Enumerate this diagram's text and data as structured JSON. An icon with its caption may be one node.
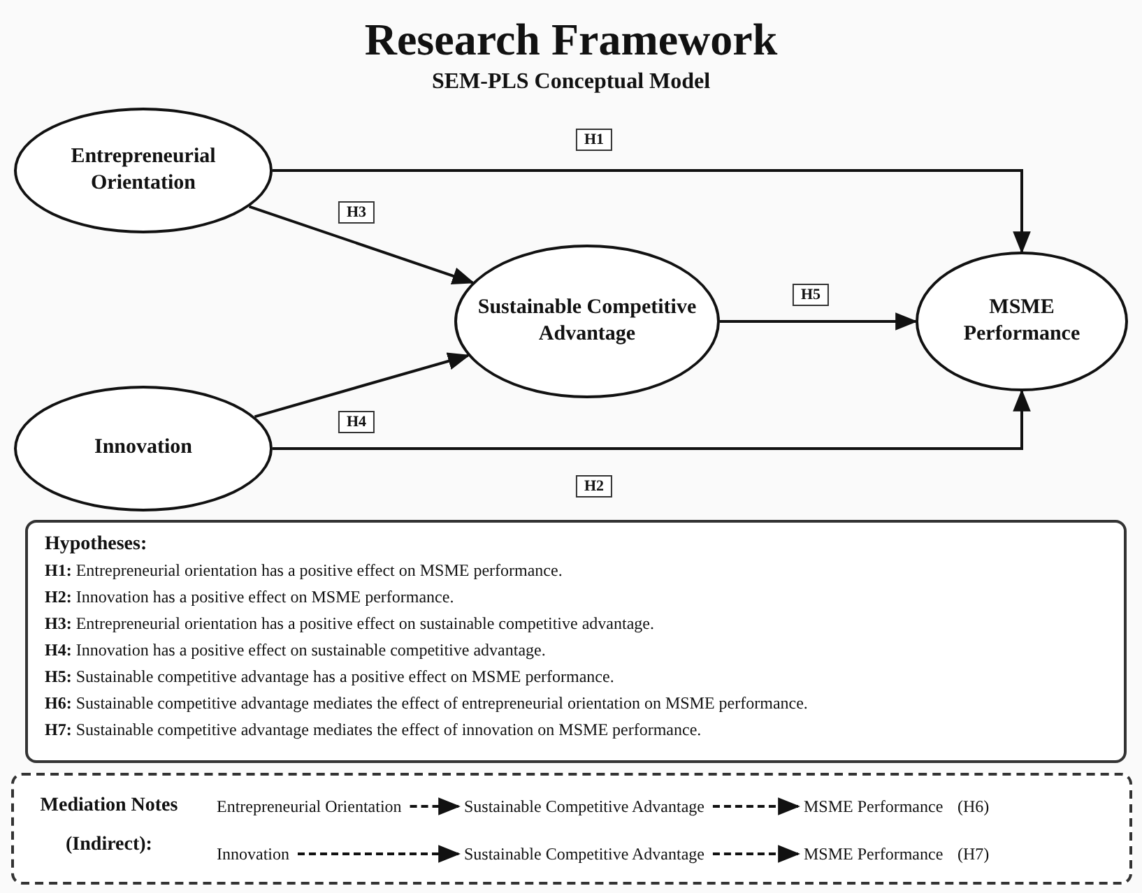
{
  "diagram": {
    "title": "Research Framework",
    "caption": "SEM-PLS Conceptual Model",
    "nodes": [
      {
        "text": [
          "Entrepreneurial Orientation"
        ]
      },
      {
        "text": [
          "Innovation"
        ]
      },
      {
        "text": [
          "Sustainable Competitive Advantage"
        ]
      },
      {
        "text": [
          "MSME Performance"
        ]
      },
      {
        "text": [
          "Hypotheses:",
          "**H1:** Entrepreneurial orientation has a positive effect on MSME performance.",
          "**H2:** Innovation has a positive effect on MSME performance.",
          "**H3:** Entrepreneurial orientation has a positive effect on sustainable competitive advantage.",
          "**H4:** Innovation has a positive effect on sustainable competitive advantage.",
          "**H5:** Sustainable competitive advantage has a positive effect on MSME performance.",
          "**H6:** Sustainable competitive advantage mediates the effect of entrepreneurial orientation on MSME performance.",
          "**H7:** Sustainable competitive advantage mediates the effect of innovation on MSME performance."
        ]
      },
      {
        "text": [
          "Mediation Notes (Indirect):"
        ]
      },
      {
        "text": [
          "Entrepreneurial Orientation"
        ],
        "in": 5
      },
      {
        "text": [
          "Sustainable Competitive Advantage"
        ],
        "in": 5
      },
      {
        "text": [
          "MSME Performance"
        ],
        "in": 5,
        "beside": [
          "(H6)"
        ]
      },
      {
        "text": [
          "Innovation"
        ],
        "in": 5
      },
      {
        "text": [
          "Sustainable Competitive Advantage"
        ],
        "in": 5
      },
      {
        "text": [
          "MSME Performance"
        ],
        "in": 5,
        "beside": [
          "(H7)"
        ]
      }
    ],
    "edges": [
      {
        "from": 0,
        "to": 3,
        "arrow": "to",
        "label": "H1"
      },
      {
        "from": 1,
        "to": 3,
        "arrow": "to",
        "label": "H2"
      },
      {
        "from": 0,
        "to": 2,
        "arrow": "to",
        "label": "H3"
      },
      {
        "from": 1,
        "to": 2,
        "arrow": "to",
        "label": "H4"
      },
      {
        "from": 2,
        "to": 3,
        "arrow": "to",
        "label": "H5"
      },
      {
        "from": 6,
        "to": 7,
        "arrow": "to",
        "style": "dashed"
      },
      {
        "from": 7,
        "to": 8,
        "arrow": "to",
        "style": "dashed"
      },
      {
        "from": 9,
        "to": 10,
        "arrow": "to",
        "style": "dashed"
      },
      {
        "from": 10,
        "to": 11,
        "arrow": "to",
        "style": "dashed"
      }
    ]
  }
}
